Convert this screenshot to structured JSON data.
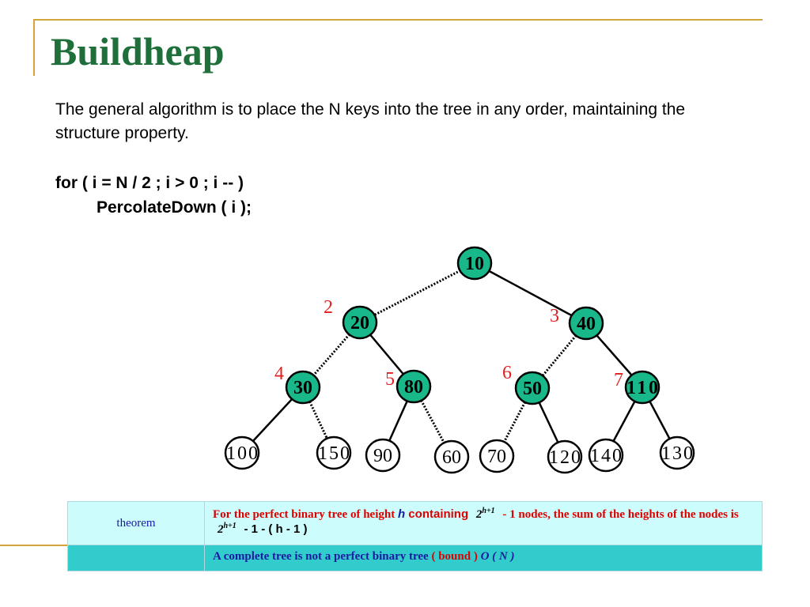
{
  "slide": {
    "title": "Buildheap",
    "paragraph": "The general algorithm is to place the N keys into the tree in any order, maintaining the structure property.",
    "code_line1": "for ( i = N / 2 ; i > 0 ; i -- )",
    "code_line2": "PercolateDown ( i );"
  },
  "tree": {
    "internal_color": "#18b88a",
    "leaf_color": "#ffffff",
    "index_color": "#e02020",
    "nodes": [
      {
        "id": 1,
        "value": "10",
        "index": ""
      },
      {
        "id": 2,
        "value": "20",
        "index": "2"
      },
      {
        "id": 3,
        "value": "40",
        "index": "3"
      },
      {
        "id": 4,
        "value": "30",
        "index": "4"
      },
      {
        "id": 5,
        "value": "80",
        "index": "5"
      },
      {
        "id": 6,
        "value": "50",
        "index": "6"
      },
      {
        "id": 7,
        "value": "110",
        "index": "7"
      },
      {
        "id": 8,
        "value": "100",
        "index": ""
      },
      {
        "id": 9,
        "value": "150",
        "index": ""
      },
      {
        "id": 10,
        "value": "90",
        "index": ""
      },
      {
        "id": 11,
        "value": "60",
        "index": ""
      },
      {
        "id": 12,
        "value": "70",
        "index": ""
      },
      {
        "id": 13,
        "value": "120",
        "index": ""
      },
      {
        "id": 14,
        "value": "140",
        "index": ""
      },
      {
        "id": 15,
        "value": "130",
        "index": ""
      }
    ],
    "edges": [
      {
        "from": 1,
        "to": 2,
        "style": "dotted"
      },
      {
        "from": 1,
        "to": 3,
        "style": "solid"
      },
      {
        "from": 2,
        "to": 4,
        "style": "dotted"
      },
      {
        "from": 2,
        "to": 5,
        "style": "solid"
      },
      {
        "from": 3,
        "to": 6,
        "style": "dotted"
      },
      {
        "from": 3,
        "to": 7,
        "style": "solid"
      },
      {
        "from": 4,
        "to": 8,
        "style": "solid"
      },
      {
        "from": 4,
        "to": 9,
        "style": "dotted"
      },
      {
        "from": 5,
        "to": 10,
        "style": "solid"
      },
      {
        "from": 5,
        "to": 11,
        "style": "dotted"
      },
      {
        "from": 6,
        "to": 12,
        "style": "dotted"
      },
      {
        "from": 6,
        "to": 13,
        "style": "solid"
      },
      {
        "from": 7,
        "to": 14,
        "style": "solid"
      },
      {
        "from": 7,
        "to": 15,
        "style": "solid"
      }
    ]
  },
  "theorem": {
    "label": "theorem",
    "part1": "For the perfect binary tree of height ",
    "h": "h",
    "part2": " containing",
    "formula_base": "2",
    "formula_exp": "h+1",
    "part3": "- 1",
    "part4": " nodes, the sum of the heights of the nodes is",
    "part5": "- 1 - ( h - 1 )",
    "row2_text": "A complete tree is not a perfect binary tree",
    "row2_bound": "( bound )",
    "row2_big_o": "O ( N )"
  }
}
